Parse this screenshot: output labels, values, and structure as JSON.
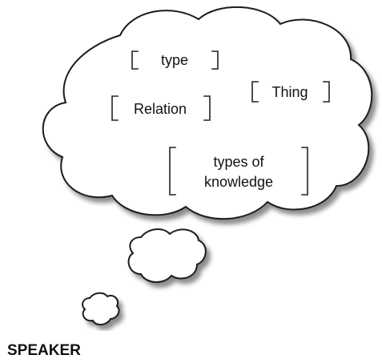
{
  "diagram": {
    "concepts": [
      {
        "id": "type",
        "lines": [
          "type"
        ]
      },
      {
        "id": "thing",
        "lines": [
          "Thing"
        ]
      },
      {
        "id": "relation",
        "lines": [
          "Relation"
        ]
      },
      {
        "id": "types-of-knowledge",
        "lines": [
          "types of",
          "knowledge"
        ]
      }
    ],
    "speaker_label": "SPEAKER"
  }
}
